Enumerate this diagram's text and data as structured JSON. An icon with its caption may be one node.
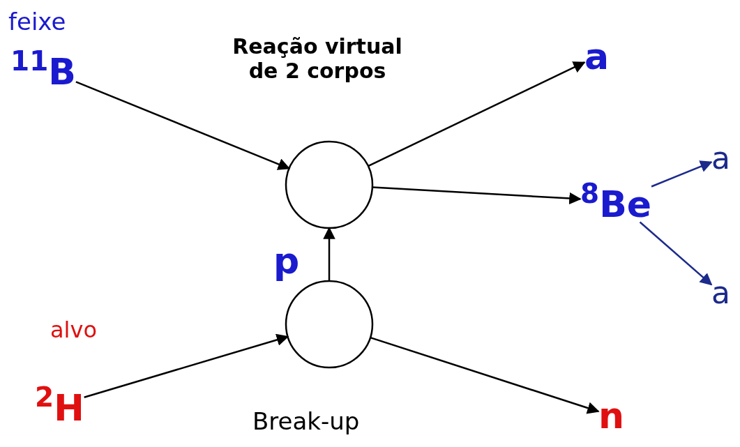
{
  "diagram": {
    "nodes": [
      {
        "text": [
          "$^{11}$B"
        ],
        "beside": [
          "feixe"
        ]
      },
      {
        "text": [],
        "shape": "circle",
        "beside": [
          "Reação virtual de 2 corpos"
        ]
      },
      {
        "text": [
          "a"
        ]
      },
      {
        "text": [
          "$^{8}$Be"
        ]
      },
      {
        "text": [
          "a"
        ]
      },
      {
        "text": [
          "a"
        ]
      },
      {
        "text": [],
        "shape": "circle",
        "beside": [
          "Break-up"
        ]
      },
      {
        "text": [
          "$^{2}$H"
        ],
        "beside": [
          "alvo"
        ]
      },
      {
        "text": [
          "n"
        ]
      }
    ],
    "edges": [
      {
        "from": 0,
        "to": 1,
        "arrow": "to"
      },
      {
        "from": 1,
        "to": 2,
        "arrow": "to"
      },
      {
        "from": 1,
        "to": 3,
        "arrow": "to"
      },
      {
        "from": 3,
        "to": 4,
        "arrow": "to",
        "color": "#1c2a8c"
      },
      {
        "from": 3,
        "to": 5,
        "arrow": "to",
        "color": "#1c2a8c"
      },
      {
        "from": 7,
        "to": 6,
        "arrow": "to"
      },
      {
        "from": 6,
        "to": 1,
        "arrow": "to",
        "label": "p"
      },
      {
        "from": 6,
        "to": 8,
        "arrow": "to"
      }
    ]
  }
}
